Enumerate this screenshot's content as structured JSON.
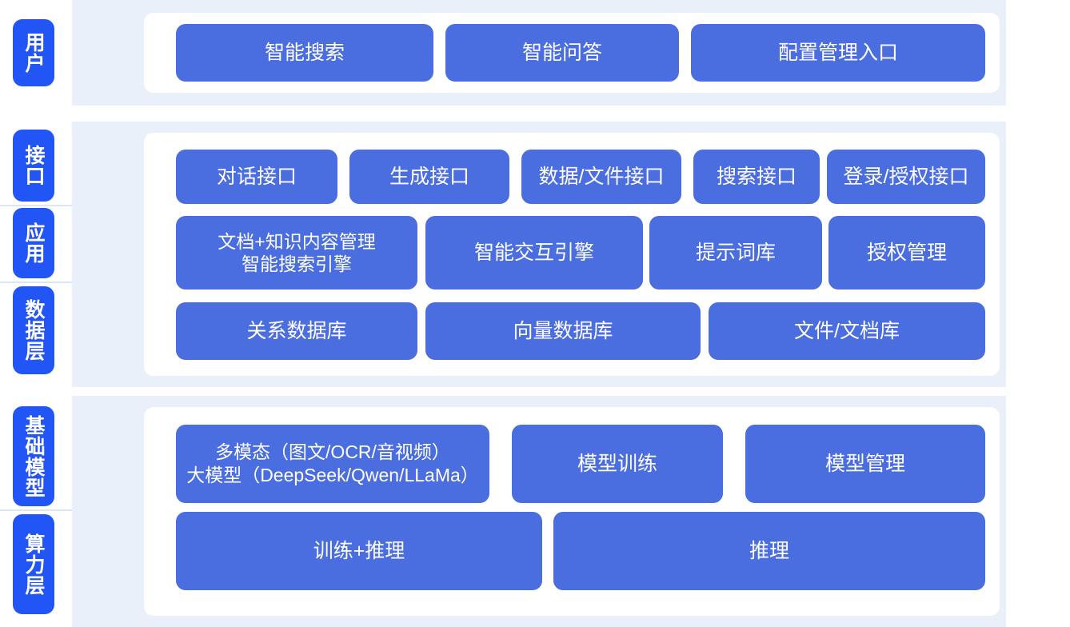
{
  "theme": {
    "page_background": "#ffffff",
    "band_background": "#eaf0fa",
    "panel_background": "#ffffff",
    "tab_color": "#2255f5",
    "box_color": "#4a6ddf",
    "text_color": "#ffffff",
    "divider_color": "#dbe5f5"
  },
  "sections": [
    {
      "id": "user",
      "tabs": [
        {
          "label": "用户"
        }
      ],
      "rows": [
        {
          "id": "user-entries",
          "boxes": [
            {
              "label": "智能搜索"
            },
            {
              "label": "智能问答"
            },
            {
              "label": "配置管理入口"
            }
          ]
        }
      ]
    },
    {
      "id": "middle",
      "tabs": [
        {
          "label": "接口"
        },
        {
          "label": "应用"
        },
        {
          "label": "数据层"
        }
      ],
      "rows": [
        {
          "id": "interface-row",
          "boxes": [
            {
              "label": "对话接口"
            },
            {
              "label": "生成接口"
            },
            {
              "label": "数据/文件接口"
            },
            {
              "label": "搜索接口"
            },
            {
              "label": "登录/授权接口"
            }
          ]
        },
        {
          "id": "application-row",
          "boxes": [
            {
              "line1": "文档+知识内容管理",
              "line2": "智能搜索引擎"
            },
            {
              "label": "智能交互引擎"
            },
            {
              "label": "提示词库"
            },
            {
              "label": "授权管理"
            }
          ]
        },
        {
          "id": "data-row",
          "boxes": [
            {
              "label": "关系数据库"
            },
            {
              "label": "向量数据库"
            },
            {
              "label": "文件/文档库"
            }
          ]
        }
      ]
    },
    {
      "id": "infrastructure",
      "tabs": [
        {
          "label": "基础模型"
        },
        {
          "label": "算力层"
        }
      ],
      "rows": [
        {
          "id": "model-row",
          "boxes": [
            {
              "line1": "多模态（图文/OCR/音视频）",
              "line2": "大模型（DeepSeek/Qwen/LLaMa）"
            },
            {
              "label": "模型训练"
            },
            {
              "label": "模型管理"
            }
          ]
        },
        {
          "id": "compute-row",
          "boxes": [
            {
              "label": "训练+推理"
            },
            {
              "label": "推理"
            }
          ]
        }
      ]
    }
  ]
}
